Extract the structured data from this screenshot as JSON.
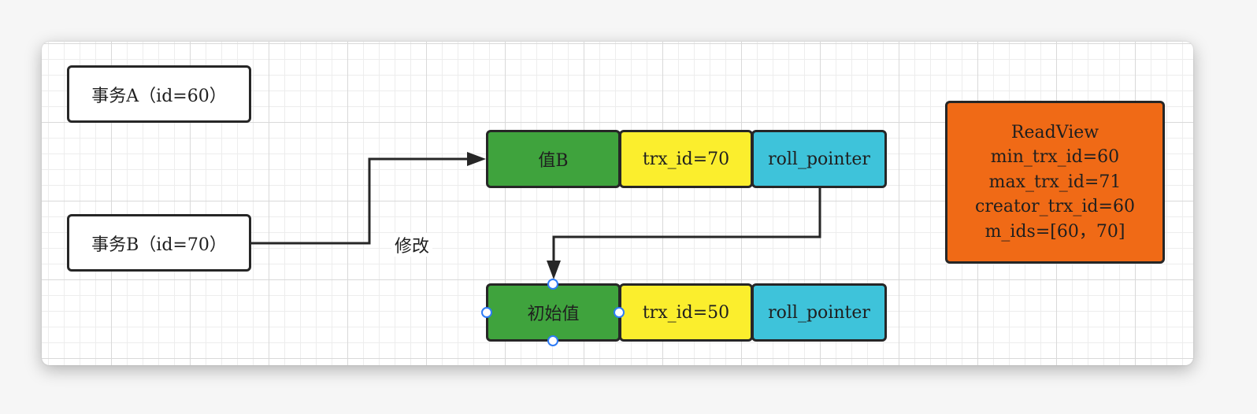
{
  "diagram": {
    "transaction_a": "事务A（id=60）",
    "transaction_b": "事务B（id=70）",
    "edge_label": "修改",
    "version_b": {
      "value": "值B",
      "trx_id": "trx_id=70",
      "roll_pointer": "roll_pointer"
    },
    "version_initial": {
      "value": "初始值",
      "trx_id": "trx_id=50",
      "roll_pointer": "roll_pointer"
    },
    "read_view": {
      "title": "ReadView",
      "min_trx_id": "min_trx_id=60",
      "max_trx_id": "max_trx_id=71",
      "creator_trx_id": "creator_trx_id=60",
      "m_ids": "m_ids=[60，70]"
    }
  },
  "colors": {
    "value_cell": "#3fa33d",
    "trx_id_cell": "#fbee2d",
    "roll_pointer_cell": "#3ec3da",
    "read_view": "#f06a16",
    "selection_handle": "#2e7cf6"
  }
}
